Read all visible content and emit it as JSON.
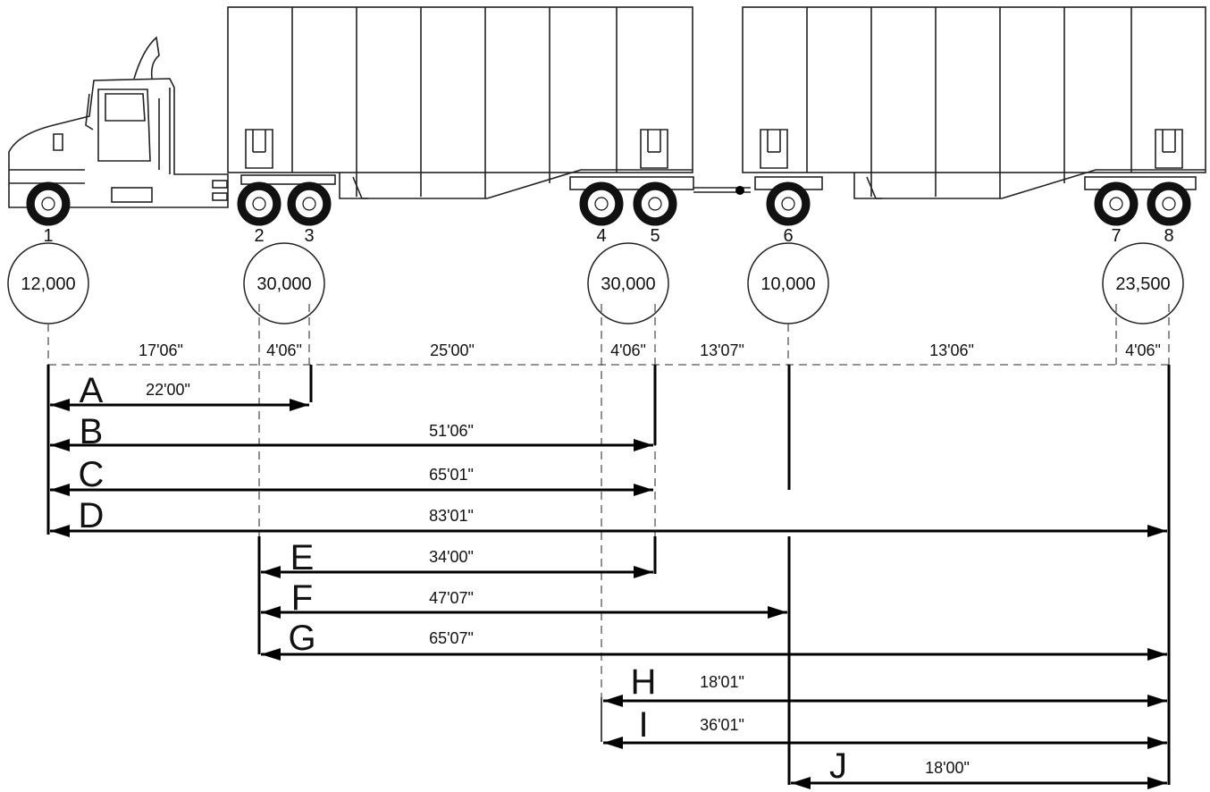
{
  "axles": [
    {
      "number": "1"
    },
    {
      "number": "2"
    },
    {
      "number": "3"
    },
    {
      "number": "4"
    },
    {
      "number": "5"
    },
    {
      "number": "6"
    },
    {
      "number": "7"
    },
    {
      "number": "8"
    }
  ],
  "axle_groups": [
    {
      "weight": "12,000"
    },
    {
      "weight": "30,000"
    },
    {
      "weight": "30,000"
    },
    {
      "weight": "10,000"
    },
    {
      "weight": "23,500"
    }
  ],
  "spacings": [
    {
      "label": "17'06\""
    },
    {
      "label": "4'06\""
    },
    {
      "label": "25'00\""
    },
    {
      "label": "4'06\""
    },
    {
      "label": "13'07\""
    },
    {
      "label": "13'06\""
    },
    {
      "label": "4'06\""
    }
  ],
  "dimensions": [
    {
      "letter": "A",
      "label": "22'00\""
    },
    {
      "letter": "B",
      "label": "51'06\""
    },
    {
      "letter": "C",
      "label": "65'01\""
    },
    {
      "letter": "D",
      "label": "83'01\""
    },
    {
      "letter": "E",
      "label": "34'00\""
    },
    {
      "letter": "F",
      "label": "47'07\""
    },
    {
      "letter": "G",
      "label": "65'07\""
    },
    {
      "letter": "H",
      "label": "18'01\""
    },
    {
      "letter": "I",
      "label": "36'01\""
    },
    {
      "letter": "J",
      "label": "18'00\""
    }
  ]
}
